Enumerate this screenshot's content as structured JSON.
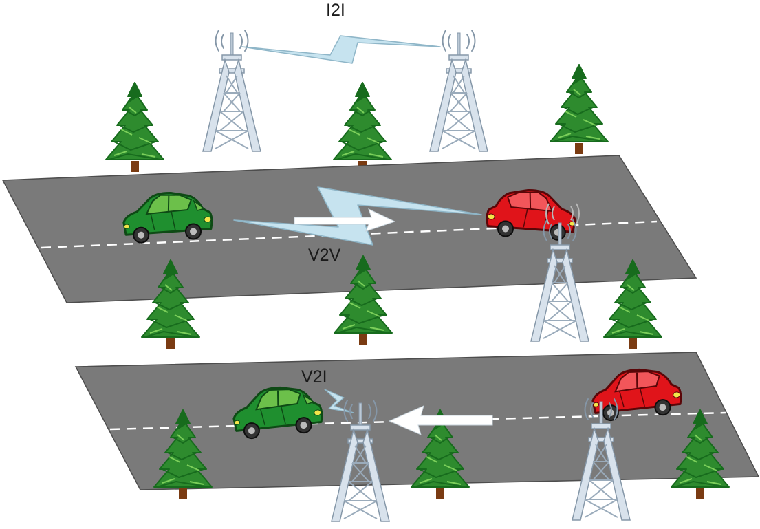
{
  "labels": {
    "i2i": "I2I",
    "v2v": "V2V",
    "v2i": "V2I"
  },
  "icons": [
    "tower-icon",
    "tree-icon",
    "car-icon",
    "wireless-bolt-icon",
    "direction-arrow-icon",
    "signal-waves-icon"
  ],
  "colors": {
    "road": "#7a7a7a",
    "road_edge": "#4d4d4d",
    "lane_marking": "#ffffff",
    "tree_green": "#2e8b2e",
    "tree_dark": "#176b1d",
    "trunk": "#7a3b12",
    "tower": "#bcc9d6",
    "tower_line": "#8597a8",
    "bolt_fill": "#c6e3ef",
    "bolt_edge": "#8fb6c8",
    "car_green": "#1f8f2f",
    "car_green_light": "#6cc04a",
    "car_red": "#e0141a",
    "car_red_dark": "#9e0c10",
    "arrow": "#ffffff"
  }
}
